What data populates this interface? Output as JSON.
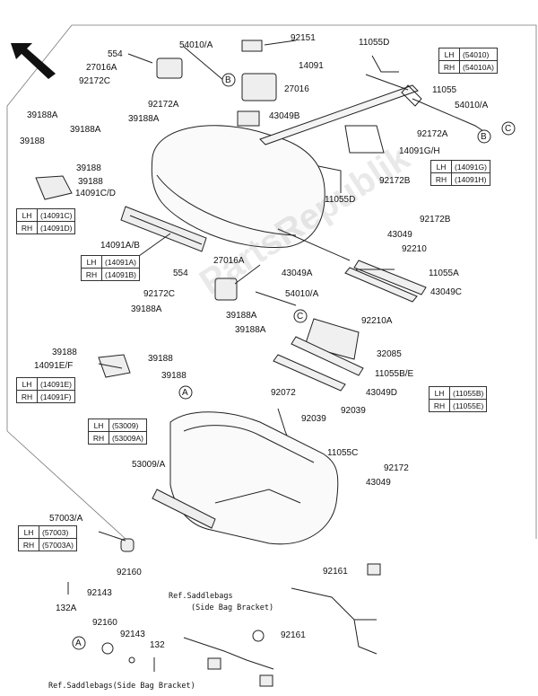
{
  "diagram": {
    "watermark": "PartsRepublik",
    "labels": {
      "l554_top": "554",
      "l54010A_top": "54010/A",
      "l92151": "92151",
      "l11055D_top": "11055D",
      "l27016A_top": "27016A",
      "l92172C_top": "92172C",
      "l14091": "14091",
      "l27016": "27016",
      "l11055_r": "11055",
      "l54010A_r": "54010/A",
      "l92172A_top": "92172A",
      "l43049B": "43049B",
      "l39188A_1": "39188A",
      "l39188A_2": "39188A",
      "l39188A_3": "39188A",
      "l92172A_r": "92172A",
      "l39188_a": "39188",
      "l39188_b": "39188",
      "l39188_c": "39188",
      "l14091GH": "14091G/H",
      "l14091CD": "14091C/D",
      "l92172B_r": "92172B",
      "l11055D_mid": "11055D",
      "l92172B_2": "92172B",
      "l43049_a": "43049",
      "l92210": "92210",
      "l14091AB": "14091A/B",
      "l27016A_mid": "27016A",
      "l554_mid": "554",
      "l43049A": "43049A",
      "l11055A": "11055A",
      "l43049C": "43049C",
      "l92172C_mid": "92172C",
      "l54010A_mid": "54010/A",
      "l39188A_4": "39188A",
      "l39188A_5": "39188A",
      "l39188A_6": "39188A",
      "l92210A": "92210A",
      "l39188_d": "39188",
      "l39188_e": "39188",
      "l14091EF": "14091E/F",
      "l39188_f": "39188",
      "l32085": "32085",
      "l11055BE": "11055B/E",
      "l43049D": "43049D",
      "l92072": "92072",
      "l92039_a": "92039",
      "l92039_b": "92039",
      "l11055C": "11055C",
      "l53009A": "53009/A",
      "l92172": "92172",
      "l43049_b": "43049",
      "l57003A": "57003/A",
      "l92160_a": "92160",
      "l92143_a": "92143",
      "l132A": "132A",
      "l92161_a": "92161",
      "l92160_b": "92160",
      "l92143_b": "92143",
      "l132": "132",
      "l92161_b": "92161",
      "ref_bag_1": "Ref.Saddlebags",
      "ref_bag_2": "(Side Bag Bracket)",
      "ref_bag_3": "Ref.Saddlebags(Side Bag Bracket)",
      "callout_A": "A",
      "callout_B": "B",
      "callout_C": "C"
    },
    "variant_tables": {
      "t54010": [
        [
          "LH",
          "(54010)"
        ],
        [
          "RH",
          "(54010A)"
        ]
      ],
      "t14091GH": [
        [
          "LH",
          "(14091G)"
        ],
        [
          "RH",
          "(14091H)"
        ]
      ],
      "t14091CD": [
        [
          "LH",
          "(14091C)"
        ],
        [
          "RH",
          "(14091D)"
        ]
      ],
      "t14091AB": [
        [
          "LH",
          "(14091A)"
        ],
        [
          "RH",
          "(14091B)"
        ]
      ],
      "t14091EF": [
        [
          "LH",
          "(14091E)"
        ],
        [
          "RH",
          "(14091F)"
        ]
      ],
      "t11055BE": [
        [
          "LH",
          "(11055B)"
        ],
        [
          "RH",
          "(11055E)"
        ]
      ],
      "t53009": [
        [
          "LH",
          "(53009)"
        ],
        [
          "RH",
          "(53009A)"
        ]
      ],
      "t57003": [
        [
          "LH",
          "(57003)"
        ],
        [
          "RH",
          "(57003A)"
        ]
      ]
    }
  }
}
